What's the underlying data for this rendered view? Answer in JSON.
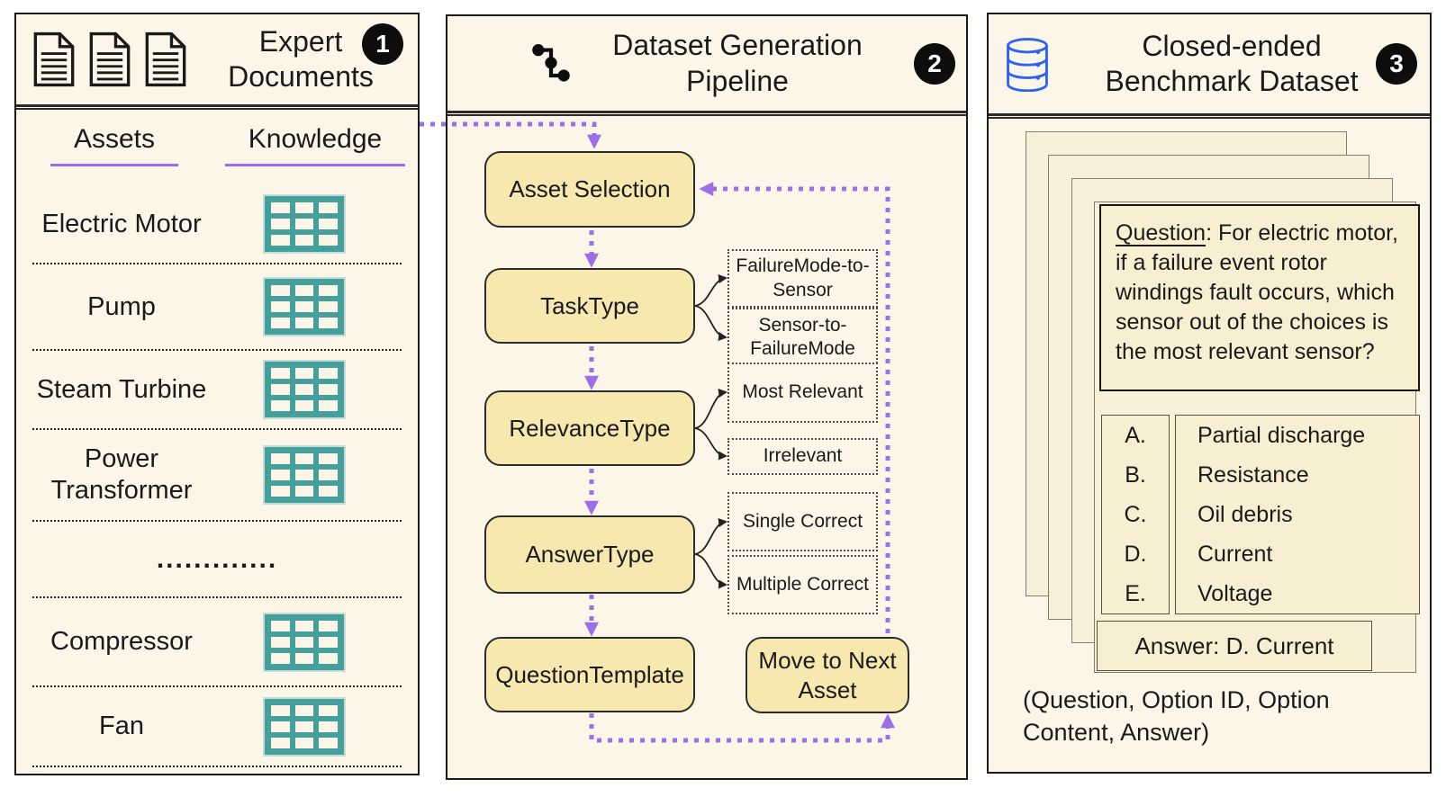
{
  "colors": {
    "panel_bg": "#FBF6E8",
    "box_fill": "#F7E8B0",
    "card_fill": "#F8F0D8",
    "content_fill": "#F8EFD2",
    "purple": "#9B6FE8",
    "teal": "#45A09C",
    "blue": "#2F62F1",
    "ink": "#1a1a1a"
  },
  "panels": {
    "documents": {
      "badge": "1",
      "title": "Expert Documents",
      "columns": {
        "assets": "Assets",
        "knowledge": "Knowledge"
      },
      "rows": [
        {
          "name": "Electric Motor"
        },
        {
          "name": "Pump"
        },
        {
          "name": "Steam Turbine"
        },
        {
          "name": "Power Transformer"
        },
        {
          "name": "............."
        },
        {
          "name": "Compressor"
        },
        {
          "name": "Fan"
        }
      ]
    },
    "pipeline": {
      "badge": "2",
      "title": "Dataset Generation Pipeline",
      "stages": [
        "Asset Selection",
        "TaskType",
        "RelevanceType",
        "AnswerType",
        "QuestionTemplate"
      ],
      "move_next": "Move to Next Asset",
      "branches": [
        "FailureMode-to-Sensor",
        "Sensor-to-FailureMode",
        "Most Relevant",
        "Irrelevant",
        "Single Correct",
        "Multiple Correct"
      ]
    },
    "benchmark": {
      "badge": "3",
      "title": "Closed-ended Benchmark Dataset",
      "question_label": "Question",
      "question_rest": ": For electric motor, if a failure event rotor windings fault occurs, which sensor out of the choices is the most relevant sensor?",
      "option_ids": [
        "A.",
        "B.",
        "C.",
        "D.",
        "E."
      ],
      "option_contents": [
        "Partial discharge",
        "Resistance",
        "Oil debris",
        "Current",
        "Voltage"
      ],
      "answer": "Answer: D. Current",
      "footer": "(Question, Option ID, Option Content, Answer)"
    }
  }
}
